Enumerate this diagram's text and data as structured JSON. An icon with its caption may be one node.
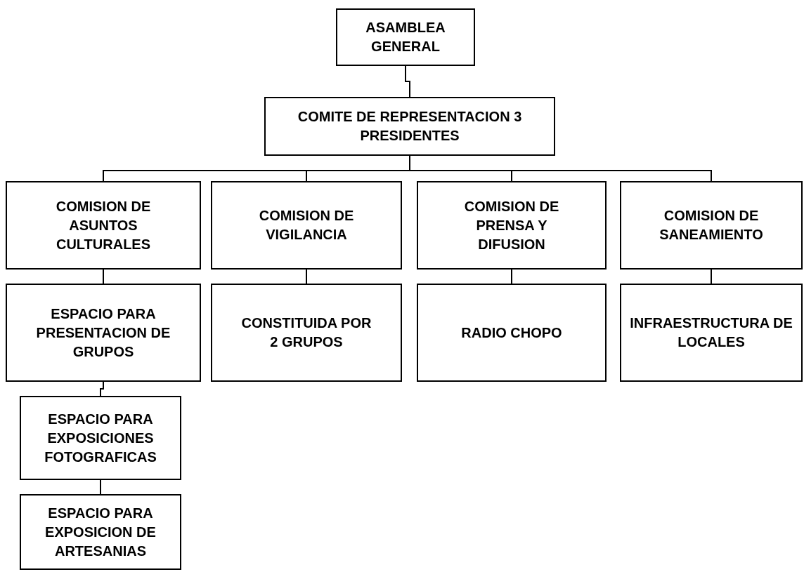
{
  "diagram": {
    "nodes": [
      {
        "text": [
          "ASAMBLEA GENERAL"
        ]
      },
      {
        "text": [
          "COMITE DE REPRESENTACION 3 PRESIDENTES"
        ]
      },
      {
        "text": [
          "COMISION DE ASUNTOS CULTURALES"
        ]
      },
      {
        "text": [
          "COMISION DE VIGILANCIA"
        ]
      },
      {
        "text": [
          "COMISION DE PRENSA Y DIFUSION"
        ]
      },
      {
        "text": [
          "COMISION DE SANEAMIENTO"
        ]
      },
      {
        "text": [
          "ESPACIO PARA PRESENTACION DE GRUPOS"
        ]
      },
      {
        "text": [
          "CONSTITUIDA POR 2 GRUPOS"
        ]
      },
      {
        "text": [
          "RADIO CHOPO"
        ]
      },
      {
        "text": [
          "INFRAESTRUCTURA DE LOCALES"
        ]
      },
      {
        "text": [
          "ESPACIO PARA EXPOSICIONES FOTOGRAFICAS"
        ]
      },
      {
        "text": [
          "ESPACIO PARA EXPOSICION DE ARTESANIAS"
        ]
      }
    ],
    "edges": [
      {
        "from": 0,
        "to": 1,
        "arrow": "none"
      },
      {
        "from": 1,
        "to": 2,
        "arrow": "none"
      },
      {
        "from": 1,
        "to": 3,
        "arrow": "none"
      },
      {
        "from": 1,
        "to": 4,
        "arrow": "none"
      },
      {
        "from": 1,
        "to": 5,
        "arrow": "none"
      },
      {
        "from": 2,
        "to": 6,
        "arrow": "none"
      },
      {
        "from": 3,
        "to": 7,
        "arrow": "none"
      },
      {
        "from": 4,
        "to": 8,
        "arrow": "none"
      },
      {
        "from": 5,
        "to": 9,
        "arrow": "none"
      },
      {
        "from": 6,
        "to": 10,
        "arrow": "none"
      },
      {
        "from": 10,
        "to": 11,
        "arrow": "none"
      }
    ]
  }
}
